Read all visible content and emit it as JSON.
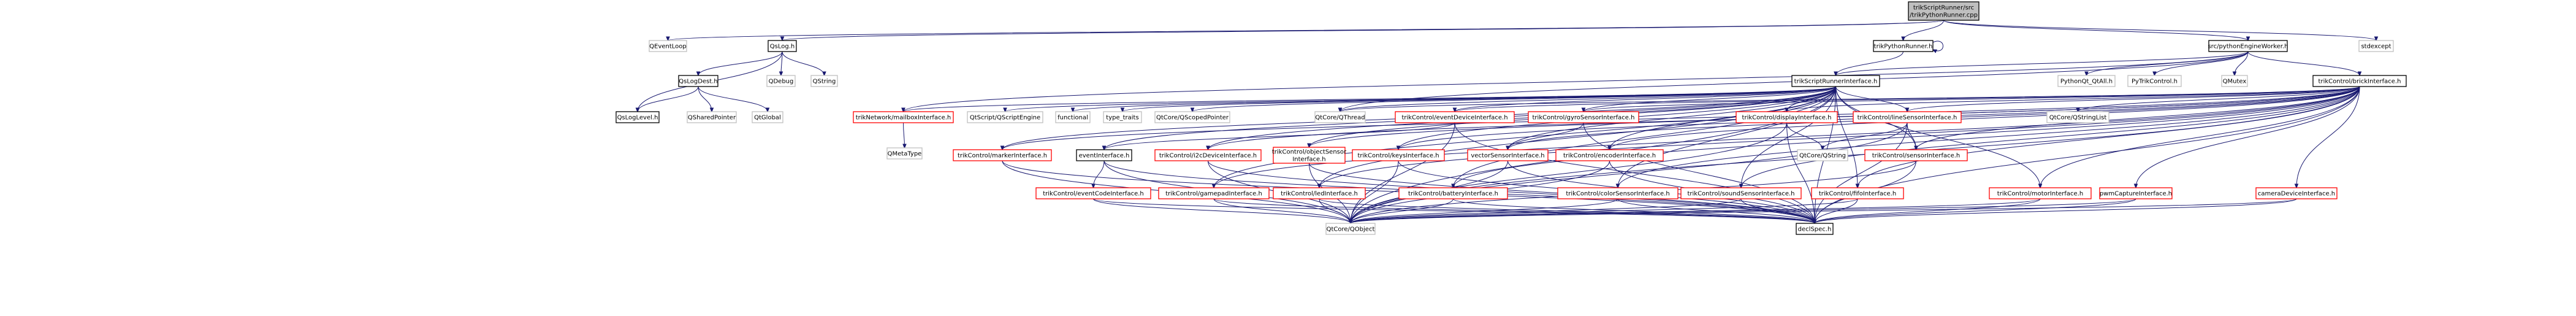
{
  "colors": {
    "edge": "#191970",
    "focus_fill": "#bfbfbf",
    "focus_stroke": "#000000",
    "local_fill": "#ffffff",
    "local_stroke": "#000000",
    "red_stroke": "#ff0000",
    "external_stroke": "#bfbfbf",
    "external_text": "#000000"
  },
  "nodes": [
    {
      "id": "root",
      "lines": [
        "trikScriptRunner/src",
        "/trikPythonRunner.cpp"
      ],
      "kind": "focus"
    },
    {
      "id": "qeventloop",
      "lines": [
        "QEventLoop"
      ],
      "kind": "external"
    },
    {
      "id": "qslog",
      "lines": [
        "QsLog.h"
      ],
      "kind": "local"
    },
    {
      "id": "trikpythonrunner",
      "lines": [
        "trikPythonRunner.h"
      ],
      "kind": "local"
    },
    {
      "id": "pythonengineworker",
      "lines": [
        "src/pythonEngineWorker.h"
      ],
      "kind": "local"
    },
    {
      "id": "stdexcept",
      "lines": [
        "stdexcept"
      ],
      "kind": "external"
    },
    {
      "id": "qdebug",
      "lines": [
        "QDebug"
      ],
      "kind": "external"
    },
    {
      "id": "qstring",
      "lines": [
        "QString"
      ],
      "kind": "external"
    },
    {
      "id": "qslogdest",
      "lines": [
        "QsLogDest.h"
      ],
      "kind": "local"
    },
    {
      "id": "qsloglevel",
      "lines": [
        "QsLogLevel.h"
      ],
      "kind": "local"
    },
    {
      "id": "qsharedpointer",
      "lines": [
        "QSharedPointer"
      ],
      "kind": "external"
    },
    {
      "id": "qtglobal",
      "lines": [
        "QtGlobal"
      ],
      "kind": "external"
    },
    {
      "id": "trikscriptrunnerinterface",
      "lines": [
        "trikScriptRunnerInterface.h"
      ],
      "kind": "local"
    },
    {
      "id": "pythonqt",
      "lines": [
        "PythonQt_QtAll.h"
      ],
      "kind": "external"
    },
    {
      "id": "pytrikcontrol",
      "lines": [
        "PyTrikControl.h"
      ],
      "kind": "external"
    },
    {
      "id": "qmutex",
      "lines": [
        "QMutex"
      ],
      "kind": "external"
    },
    {
      "id": "brickinterface",
      "lines": [
        "trikControl/brickInterface.h"
      ],
      "kind": "local"
    },
    {
      "id": "mailboxinterface",
      "lines": [
        "trikNetwork/mailboxInterface.h"
      ],
      "kind": "red"
    },
    {
      "id": "qscriptengine",
      "lines": [
        "QtScript/QScriptEngine"
      ],
      "kind": "external"
    },
    {
      "id": "functional",
      "lines": [
        "functional"
      ],
      "kind": "external"
    },
    {
      "id": "typetraits",
      "lines": [
        "type_traits"
      ],
      "kind": "external"
    },
    {
      "id": "qscopedpointer",
      "lines": [
        "QtCore/QScopedPointer"
      ],
      "kind": "external"
    },
    {
      "id": "qthread",
      "lines": [
        "QtCore/QThread"
      ],
      "kind": "external"
    },
    {
      "id": "eventdeviceinterface",
      "lines": [
        "trikControl/eventDeviceInterface.h"
      ],
      "kind": "red"
    },
    {
      "id": "gyrosensorinterface",
      "lines": [
        "trikControl/gyroSensorInterface.h"
      ],
      "kind": "red"
    },
    {
      "id": "displayinterface",
      "lines": [
        "trikControl/displayInterface.h"
      ],
      "kind": "red"
    },
    {
      "id": "linesensorinterface",
      "lines": [
        "trikControl/lineSensorInterface.h"
      ],
      "kind": "red"
    },
    {
      "id": "qstringlist",
      "lines": [
        "QtCore/QStringList"
      ],
      "kind": "external"
    },
    {
      "id": "qmetatype",
      "lines": [
        "QMetaType"
      ],
      "kind": "external"
    },
    {
      "id": "markerinterface",
      "lines": [
        "trikControl/markerInterface.h"
      ],
      "kind": "red"
    },
    {
      "id": "eventinterface",
      "lines": [
        "eventInterface.h"
      ],
      "kind": "local"
    },
    {
      "id": "i2cdeviceinterface",
      "lines": [
        "trikControl/i2cDeviceInterface.h"
      ],
      "kind": "red"
    },
    {
      "id": "objectsensorinterface",
      "lines": [
        "trikControl/objectSensor",
        "Interface.h"
      ],
      "kind": "red"
    },
    {
      "id": "keysinterface",
      "lines": [
        "trikControl/keysInterface.h"
      ],
      "kind": "red"
    },
    {
      "id": "vectorsensorinterface",
      "lines": [
        "vectorSensorInterface.h"
      ],
      "kind": "red"
    },
    {
      "id": "encoderinterface",
      "lines": [
        "trikControl/encoderInterface.h"
      ],
      "kind": "red"
    },
    {
      "id": "qtcoreqstring",
      "lines": [
        "QtCore/QString"
      ],
      "kind": "external"
    },
    {
      "id": "sensorinterface",
      "lines": [
        "trikControl/sensorInterface.h"
      ],
      "kind": "red"
    },
    {
      "id": "eventcodeinterface",
      "lines": [
        "trikControl/eventCodeInterface.h"
      ],
      "kind": "red"
    },
    {
      "id": "gamepadinterface",
      "lines": [
        "trikControl/gamepadInterface.h"
      ],
      "kind": "red"
    },
    {
      "id": "ledinterface",
      "lines": [
        "trikControl/ledInterface.h"
      ],
      "kind": "red"
    },
    {
      "id": "batteryinterface",
      "lines": [
        "trikControl/batteryInterface.h"
      ],
      "kind": "red"
    },
    {
      "id": "colorsensorinterface",
      "lines": [
        "trikControl/colorSensorInterface.h"
      ],
      "kind": "red"
    },
    {
      "id": "soundsensorinterface",
      "lines": [
        "trikControl/soundSensorInterface.h"
      ],
      "kind": "red"
    },
    {
      "id": "fifointerface",
      "lines": [
        "trikControl/fifoInterface.h"
      ],
      "kind": "red"
    },
    {
      "id": "motorinterface",
      "lines": [
        "trikControl/motorInterface.h"
      ],
      "kind": "red"
    },
    {
      "id": "pwmcaptureinterface",
      "lines": [
        "pwmCaptureInterface.h"
      ],
      "kind": "red"
    },
    {
      "id": "cameradeviceinterface",
      "lines": [
        "cameraDeviceInterface.h"
      ],
      "kind": "red"
    },
    {
      "id": "qobject",
      "lines": [
        "QtCore/QObject"
      ],
      "kind": "external"
    },
    {
      "id": "declspec",
      "lines": [
        "declSpec.h"
      ],
      "kind": "local"
    }
  ],
  "edges": [
    [
      "root",
      "qeventloop"
    ],
    [
      "root",
      "qslog"
    ],
    [
      "root",
      "trikpythonrunner"
    ],
    [
      "root",
      "pythonengineworker"
    ],
    [
      "root",
      "stdexcept"
    ],
    [
      "qslog",
      "qdebug"
    ],
    [
      "qslog",
      "qstring"
    ],
    [
      "qslog",
      "qslogdest"
    ],
    [
      "qslog",
      "qsloglevel"
    ],
    [
      "qslogdest",
      "qsloglevel"
    ],
    [
      "qslogdest",
      "qsharedpointer"
    ],
    [
      "qslogdest",
      "qtglobal"
    ],
    [
      "trikpythonrunner",
      "trikpythonrunner"
    ],
    [
      "trikpythonrunner",
      "trikscriptrunnerinterface"
    ],
    [
      "pythonengineworker",
      "pythonqt"
    ],
    [
      "pythonengineworker",
      "pytrikcontrol"
    ],
    [
      "pythonengineworker",
      "qmutex"
    ],
    [
      "pythonengineworker",
      "brickinterface"
    ],
    [
      "pythonengineworker",
      "mailboxinterface"
    ],
    [
      "pythonengineworker",
      "qthread"
    ],
    [
      "pythonengineworker",
      "trikscriptrunnerinterface"
    ],
    [
      "trikscriptrunnerinterface",
      "mailboxinterface"
    ],
    [
      "trikscriptrunnerinterface",
      "qscriptengine"
    ],
    [
      "trikscriptrunnerinterface",
      "functional"
    ],
    [
      "trikscriptrunnerinterface",
      "typetraits"
    ],
    [
      "trikscriptrunnerinterface",
      "qscopedpointer"
    ],
    [
      "trikscriptrunnerinterface",
      "qthread"
    ],
    [
      "trikscriptrunnerinterface",
      "eventdeviceinterface"
    ],
    [
      "trikscriptrunnerinterface",
      "gyrosensorinterface"
    ],
    [
      "trikscriptrunnerinterface",
      "displayinterface"
    ],
    [
      "trikscriptrunnerinterface",
      "linesensorinterface"
    ],
    [
      "trikscriptrunnerinterface",
      "markerinterface"
    ],
    [
      "trikscriptrunnerinterface",
      "eventinterface"
    ],
    [
      "trikscriptrunnerinterface",
      "i2cdeviceinterface"
    ],
    [
      "trikscriptrunnerinterface",
      "objectsensorinterface"
    ],
    [
      "trikscriptrunnerinterface",
      "keysinterface"
    ],
    [
      "trikscriptrunnerinterface",
      "vectorsensorinterface"
    ],
    [
      "trikscriptrunnerinterface",
      "encoderinterface"
    ],
    [
      "trikscriptrunnerinterface",
      "sensorinterface"
    ],
    [
      "trikscriptrunnerinterface",
      "gamepadinterface"
    ],
    [
      "trikscriptrunnerinterface",
      "ledinterface"
    ],
    [
      "trikscriptrunnerinterface",
      "batteryinterface"
    ],
    [
      "trikscriptrunnerinterface",
      "colorsensorinterface"
    ],
    [
      "trikscriptrunnerinterface",
      "soundsensorinterface"
    ],
    [
      "trikscriptrunnerinterface",
      "fifointerface"
    ],
    [
      "trikscriptrunnerinterface",
      "motorinterface"
    ],
    [
      "trikscriptrunnerinterface",
      "qobject"
    ],
    [
      "trikscriptrunnerinterface",
      "declspec"
    ],
    [
      "brickinterface",
      "qthread"
    ],
    [
      "brickinterface",
      "eventdeviceinterface"
    ],
    [
      "brickinterface",
      "gyrosensorinterface"
    ],
    [
      "brickinterface",
      "displayinterface"
    ],
    [
      "brickinterface",
      "linesensorinterface"
    ],
    [
      "brickinterface",
      "qstringlist"
    ],
    [
      "brickinterface",
      "markerinterface"
    ],
    [
      "brickinterface",
      "i2cdeviceinterface"
    ],
    [
      "brickinterface",
      "objectsensorinterface"
    ],
    [
      "brickinterface",
      "keysinterface"
    ],
    [
      "brickinterface",
      "vectorsensorinterface"
    ],
    [
      "brickinterface",
      "encoderinterface"
    ],
    [
      "brickinterface",
      "sensorinterface"
    ],
    [
      "brickinterface",
      "gamepadinterface"
    ],
    [
      "brickinterface",
      "ledinterface"
    ],
    [
      "brickinterface",
      "batteryinterface"
    ],
    [
      "brickinterface",
      "colorsensorinterface"
    ],
    [
      "brickinterface",
      "soundsensorinterface"
    ],
    [
      "brickinterface",
      "fifointerface"
    ],
    [
      "brickinterface",
      "motorinterface"
    ],
    [
      "brickinterface",
      "pwmcaptureinterface"
    ],
    [
      "brickinterface",
      "cameradeviceinterface"
    ],
    [
      "brickinterface",
      "qobject"
    ],
    [
      "brickinterface",
      "declspec"
    ],
    [
      "mailboxinterface",
      "qmetatype"
    ],
    [
      "eventdeviceinterface",
      "eventinterface"
    ],
    [
      "eventdeviceinterface",
      "qobject"
    ],
    [
      "eventdeviceinterface",
      "declspec"
    ],
    [
      "gyrosensorinterface",
      "vectorsensorinterface"
    ],
    [
      "gyrosensorinterface",
      "declspec"
    ],
    [
      "displayinterface",
      "qtcoreqstring"
    ],
    [
      "displayinterface",
      "qobject"
    ],
    [
      "displayinterface",
      "declspec"
    ],
    [
      "linesensorinterface",
      "qtcoreqstring"
    ],
    [
      "linesensorinterface",
      "sensorinterface"
    ],
    [
      "linesensorinterface",
      "qobject"
    ],
    [
      "linesensorinterface",
      "declspec"
    ],
    [
      "markerinterface",
      "qobject"
    ],
    [
      "markerinterface",
      "declspec"
    ],
    [
      "eventinterface",
      "eventcodeinterface"
    ],
    [
      "eventinterface",
      "qobject"
    ],
    [
      "eventinterface",
      "declspec"
    ],
    [
      "i2cdeviceinterface",
      "qobject"
    ],
    [
      "i2cdeviceinterface",
      "declspec"
    ],
    [
      "objectsensorinterface",
      "qobject"
    ],
    [
      "objectsensorinterface",
      "declspec"
    ],
    [
      "keysinterface",
      "qobject"
    ],
    [
      "keysinterface",
      "declspec"
    ],
    [
      "vectorsensorinterface",
      "qobject"
    ],
    [
      "vectorsensorinterface",
      "declspec"
    ],
    [
      "encoderinterface",
      "qobject"
    ],
    [
      "encoderinterface",
      "declspec"
    ],
    [
      "sensorinterface",
      "qobject"
    ],
    [
      "sensorinterface",
      "declspec"
    ],
    [
      "eventcodeinterface",
      "qobject"
    ],
    [
      "eventcodeinterface",
      "declspec"
    ],
    [
      "gamepadinterface",
      "qobject"
    ],
    [
      "gamepadinterface",
      "declspec"
    ],
    [
      "ledinterface",
      "qobject"
    ],
    [
      "ledinterface",
      "declspec"
    ],
    [
      "batteryinterface",
      "qobject"
    ],
    [
      "batteryinterface",
      "declspec"
    ],
    [
      "colorsensorinterface",
      "qobject"
    ],
    [
      "colorsensorinterface",
      "declspec"
    ],
    [
      "soundsensorinterface",
      "qobject"
    ],
    [
      "soundsensorinterface",
      "declspec"
    ],
    [
      "fifointerface",
      "qobject"
    ],
    [
      "fifointerface",
      "declspec"
    ],
    [
      "motorinterface",
      "qobject"
    ],
    [
      "motorinterface",
      "declspec"
    ],
    [
      "pwmcaptureinterface",
      "qobject"
    ],
    [
      "pwmcaptureinterface",
      "declspec"
    ],
    [
      "cameradeviceinterface",
      "qobject"
    ],
    [
      "cameradeviceinterface",
      "declspec"
    ]
  ]
}
